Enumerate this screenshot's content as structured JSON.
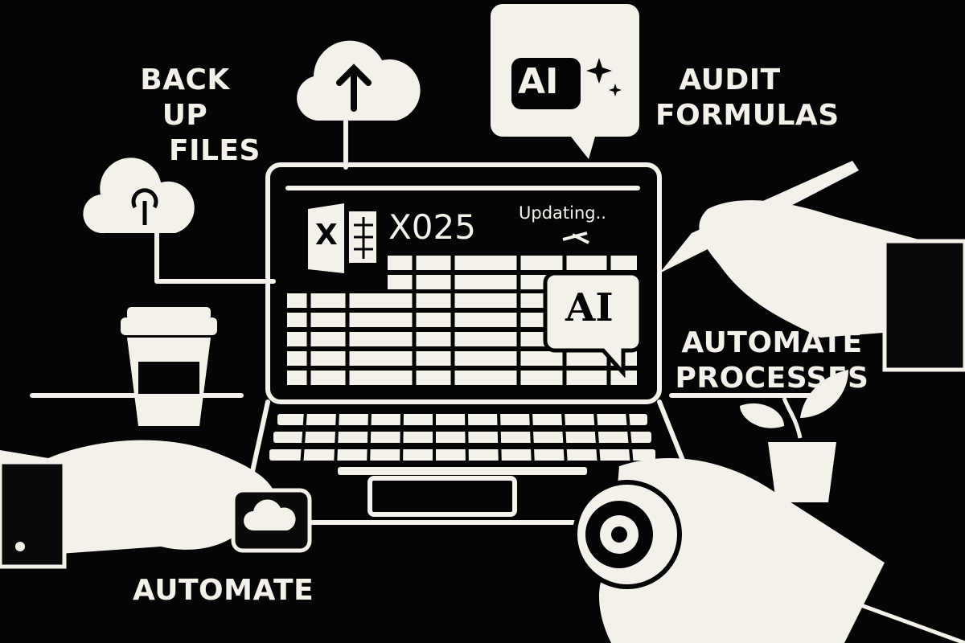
{
  "labels": {
    "backup_line1": "BACK UP",
    "backup_line2": "FILES",
    "audit_line1": "AUDIT",
    "audit_line2": "FORMULAS",
    "automate_processes_line1": "AUTOMATE",
    "automate_processes_line2": "PROCESSES",
    "automate": "AUTOMATE"
  },
  "bubble_top": {
    "text": "AI"
  },
  "screen": {
    "app_icon_letter": "X",
    "file_title": "X025",
    "status": "Updating..",
    "ai_bubble": "AI"
  },
  "colors": {
    "background": "#050505",
    "foreground": "#f4f1ea"
  }
}
